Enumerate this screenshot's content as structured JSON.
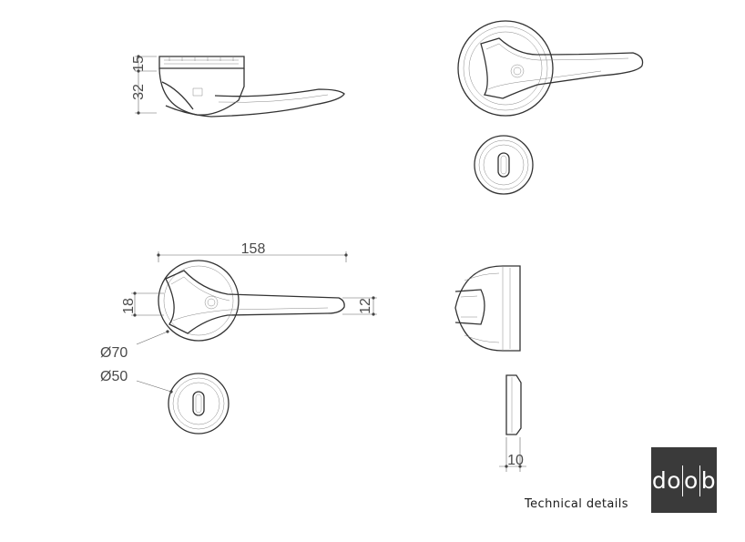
{
  "dimensions": {
    "side_height_top": "15",
    "side_height_total": "32",
    "overall_length": "158",
    "rose_height": "18",
    "lever_thickness": "12",
    "rose_diameter": "Ø70",
    "escutcheon_diameter": "Ø50",
    "escutcheon_thickness": "10"
  },
  "logo": {
    "parts": [
      "do",
      "o",
      "b"
    ]
  },
  "caption": "Technical details"
}
